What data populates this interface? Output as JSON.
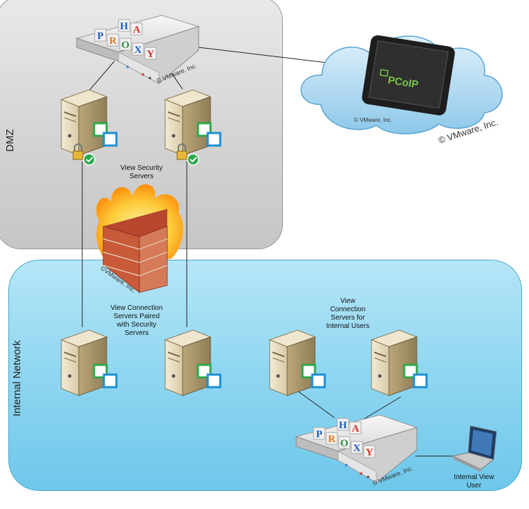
{
  "zones": {
    "dmz": "DMZ",
    "internal": "Internal Network"
  },
  "captions": {
    "security_servers": "View Security\nServers",
    "paired_servers": "View Connection\nServers Paired\nwith Security\nServers",
    "internal_servers": "View\nConnection\nServers for\nInternal Users",
    "internal_user": "Internal View\nUser"
  },
  "load_balancer": {
    "letters": [
      "H",
      "A",
      "P",
      "R",
      "O",
      "X",
      "Y"
    ]
  },
  "tablet": {
    "protocol": "PCoIP"
  },
  "copyright": {
    "large": "© VMware, Inc.",
    "small": "© VMware, Inc.",
    "firewall": "©VMware, Inc.",
    "tablet": "© VMware, Inc."
  },
  "colors": {
    "dmz_zone": "#d2d2d2",
    "internal_zone": "#8fd6f1",
    "cloud": "#a9d6f0",
    "server_body": "#e9dfc4",
    "vm_green": "#2ea84a",
    "vm_blue": "#1b8fd4"
  }
}
